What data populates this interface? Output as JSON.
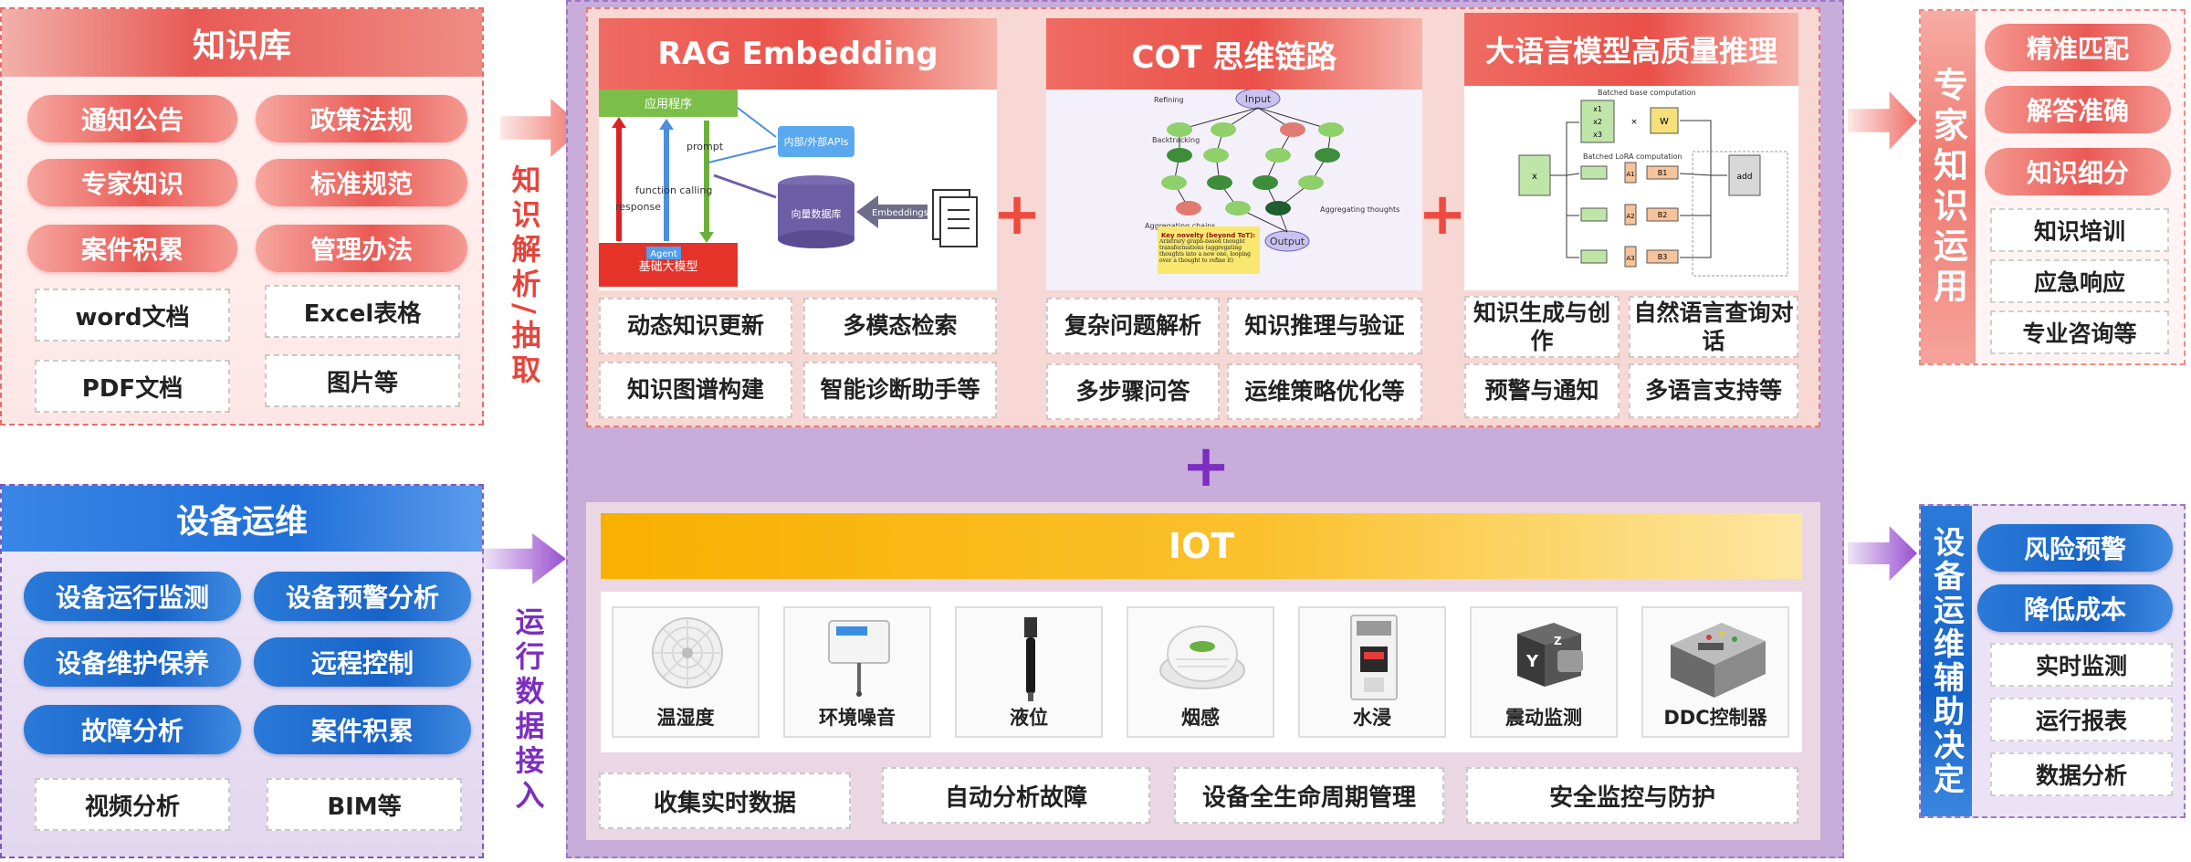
{
  "knowledge_base": {
    "title": "知识库",
    "categories": [
      "通知公告",
      "政策法规",
      "专家知识",
      "标准规范",
      "案件积累",
      "管理办法"
    ],
    "formats": [
      "word文档",
      "Excel表格",
      "PDF文档",
      "图片等"
    ]
  },
  "device_ops": {
    "title": "设备运维",
    "functions": [
      "设备运行监测",
      "设备预警分析",
      "设备维护保养",
      "远程控制",
      "故障分析",
      "案件积累"
    ],
    "sources": [
      "视频分析",
      "BIM等"
    ]
  },
  "flows": {
    "parse_label": "知识解析/抽取",
    "ingest_label": "运行数据接入"
  },
  "rag": {
    "title": "RAG Embedding",
    "diagram_labels": [
      "应用程序",
      "内部/外部APIs",
      "prompt",
      "function calling",
      "response",
      "Agent",
      "基础大模型",
      "向量数据库",
      "Embeddings"
    ],
    "features": [
      "动态知识更新",
      "多模态检索",
      "知识图谱构建",
      "智能诊断助手等"
    ]
  },
  "cot": {
    "title": "COT 思维链路",
    "diagram_labels": [
      "Input",
      "Output",
      "Refining",
      "Backtracking",
      "Aggregating chains",
      "Aggregating thoughts",
      "Key novelty (beyond ToT):",
      "Arbitrary graph-based thought transformations (aggregating thoughts into a new one, looping over a thought to refine it)"
    ],
    "features": [
      "复杂问题解析",
      "知识推理与验证",
      "多步骤问答",
      "运维策略优化等"
    ]
  },
  "llm": {
    "title": "大语言模型高质量推理",
    "diagram_labels": [
      "Batched base computation",
      "Batched LoRA computation",
      "x",
      "W",
      "add",
      "x1",
      "x2",
      "x3",
      "A1",
      "A2",
      "A3",
      "B1",
      "B2",
      "B3"
    ],
    "features": [
      "知识生成与创作",
      "自然语言查询对话",
      "预警与通知",
      "多语言支持等"
    ]
  },
  "plus_signs": [
    "+",
    "+",
    "+"
  ],
  "iot": {
    "title": "IOT",
    "devices": [
      {
        "label": "温湿度",
        "icon": "temperature-humidity-sensor-icon"
      },
      {
        "label": "环境噪音",
        "icon": "noise-sensor-icon"
      },
      {
        "label": "液位",
        "icon": "liquid-level-sensor-icon"
      },
      {
        "label": "烟感",
        "icon": "smoke-detector-icon"
      },
      {
        "label": "水浸",
        "icon": "water-leak-sensor-icon"
      },
      {
        "label": "震动监测",
        "icon": "vibration-sensor-icon"
      },
      {
        "label": "DDC控制器",
        "icon": "ddc-controller-icon"
      }
    ],
    "features": [
      "收集实时数据",
      "自动分析故障",
      "设备全生命周期管理",
      "安全监控与防护"
    ]
  },
  "expert": {
    "title": "专家知识运用",
    "highlights": [
      "精准匹配",
      "解答准确",
      "知识细分"
    ],
    "items": [
      "知识培训",
      "应急响应",
      "专业咨询等"
    ]
  },
  "ops_decision": {
    "title": "设备运维辅助决定",
    "highlights": [
      "风险预警",
      "降低成本"
    ],
    "items": [
      "实时监测",
      "运行报表",
      "数据分析"
    ]
  },
  "colors": {
    "red_accent": "#ea5048",
    "purple_bg": "#c8addb",
    "blue_accent": "#1763c8",
    "iot_yellow": "#fbc12d"
  }
}
